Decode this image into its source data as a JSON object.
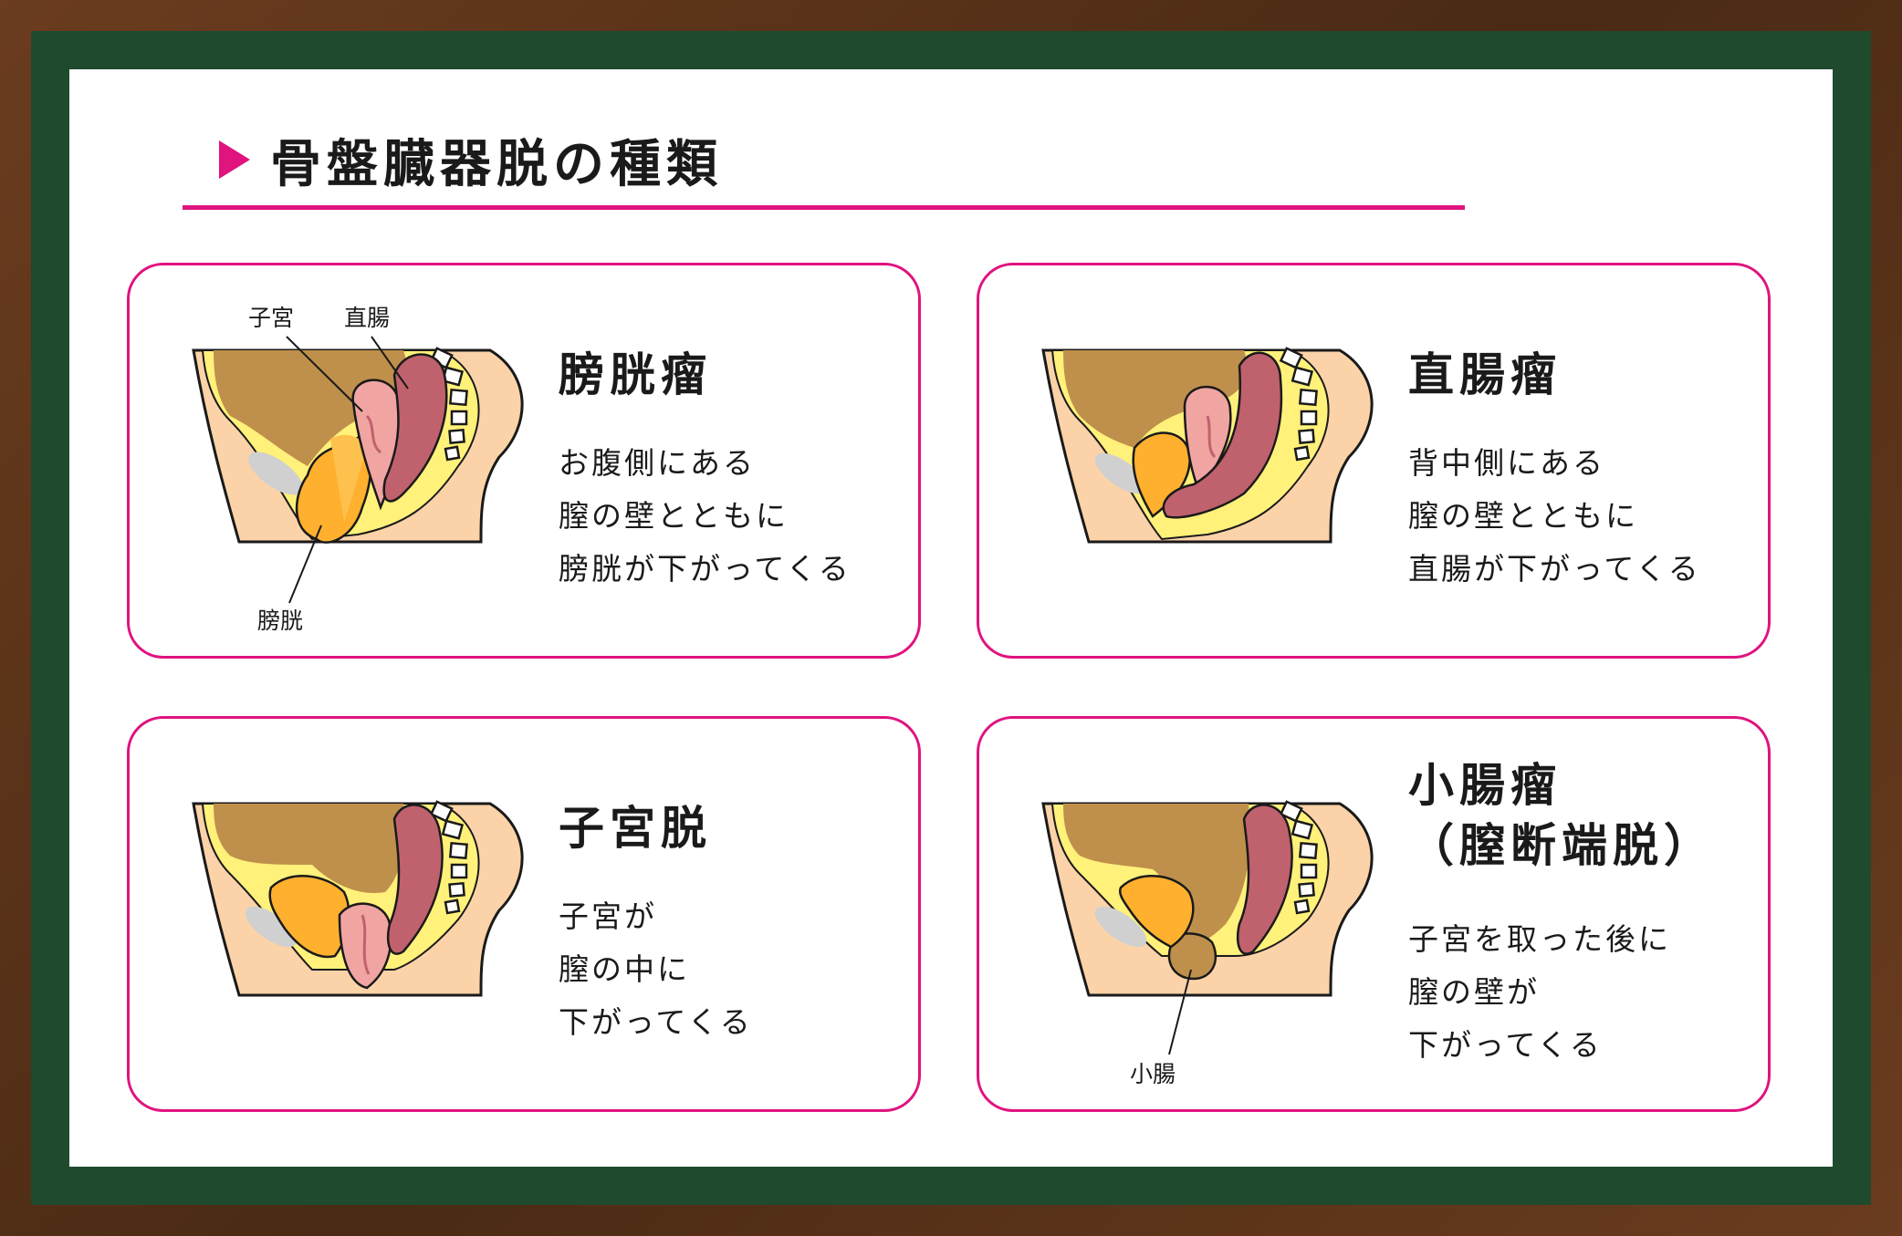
{
  "title": "骨盤臓器脱の種類",
  "cards": [
    {
      "name": "膀胱瘤",
      "lines": [
        "お腹側にある",
        "膣の壁とともに",
        "膀胱が下がってくる"
      ],
      "labels": [
        "子宮",
        "直腸",
        "膀胱"
      ]
    },
    {
      "name": "直腸瘤",
      "lines": [
        "背中側にある",
        "膣の壁とともに",
        "直腸が下がってくる"
      ]
    },
    {
      "name": "子宮脱",
      "lines": [
        "子宮が",
        "膣の中に",
        "下がってくる"
      ]
    },
    {
      "name_lines": [
        "小腸瘤",
        "（膣断端脱）"
      ],
      "lines": [
        "子宮を取った後に",
        "膣の壁が",
        "下がってくる"
      ],
      "labels": [
        "小腸"
      ]
    }
  ],
  "colors": {
    "accent": "#e0137f",
    "skin": "#fcd3a8",
    "fat": "#fff17a",
    "intestine": "#bf904b",
    "bladder": "#ffb02e",
    "uterus": "#f1a5a3",
    "rectum": "#c0616e",
    "bone": "#d0d0d0"
  }
}
